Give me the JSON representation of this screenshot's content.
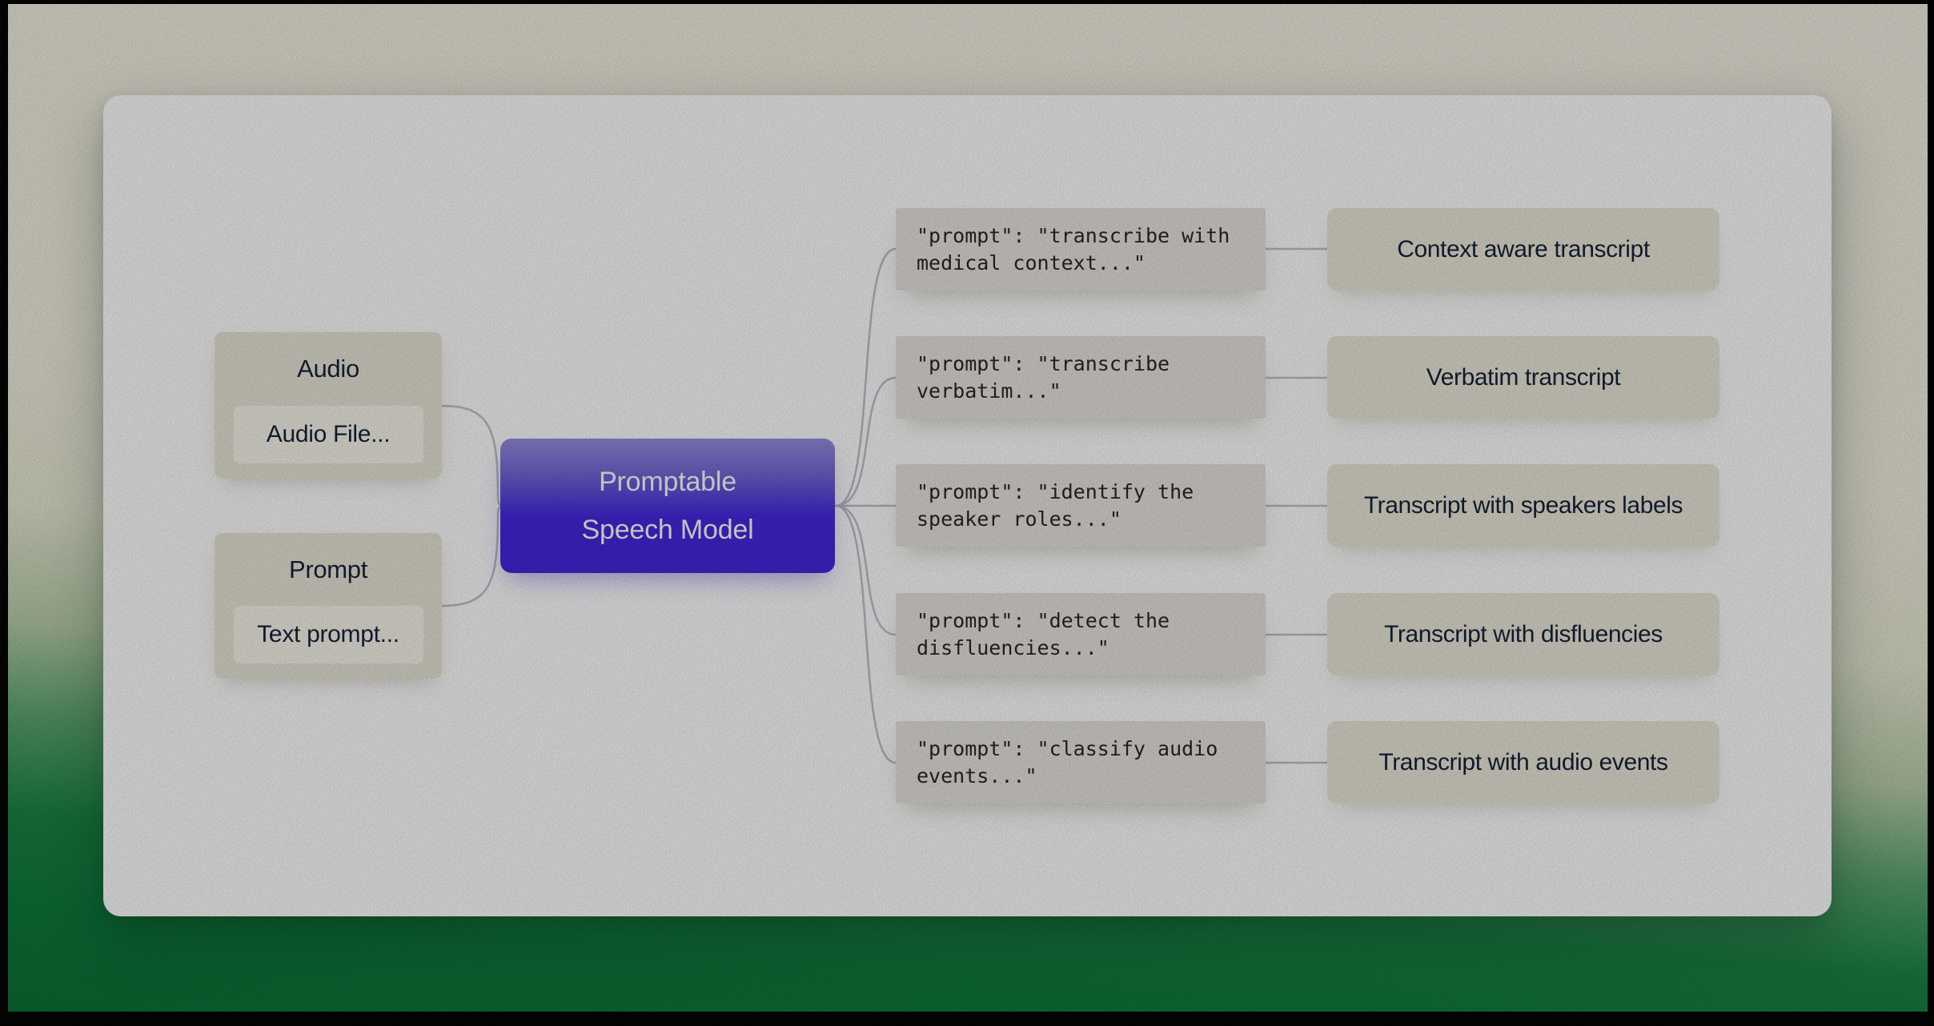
{
  "poster": {
    "background_top_color": "#f2efe2",
    "background_bottom_color": "#0b7136",
    "frame_color": "#050505",
    "card_color": "#ffffff"
  },
  "colors": {
    "accent_purple_top": "#968fe0",
    "accent_purple_bottom": "#4227dc",
    "node_beige": "#e9e6d8",
    "node_chip": "#f7f5ea",
    "code_box": "#e7e4dd",
    "output_box": "#ebe8da",
    "connector": "#c1bfcd",
    "text_dark": "#16233a",
    "code_text": "#2b2722"
  },
  "inputs": [
    {
      "title": "Audio",
      "field": "Audio File..."
    },
    {
      "title": "Prompt",
      "field": "Text prompt..."
    }
  ],
  "model": {
    "line1": "Promptable",
    "line2": "Speech Model"
  },
  "rows": [
    {
      "prompt_line1": "\"prompt\": \"transcribe with",
      "prompt_line2": "medical context...\"",
      "output": "Context aware transcript"
    },
    {
      "prompt_line1": "\"prompt\": \"transcribe",
      "prompt_line2": "verbatim...\"",
      "output": "Verbatim transcript"
    },
    {
      "prompt_line1": "\"prompt\": \"identify the",
      "prompt_line2": "speaker roles...\"",
      "output": "Transcript with speakers labels"
    },
    {
      "prompt_line1": "\"prompt\": \"detect the",
      "prompt_line2": "disfluencies...\"",
      "output": "Transcript with disfluencies"
    },
    {
      "prompt_line1": "\"prompt\": \"classify audio",
      "prompt_line2": "events...\"",
      "output": "Transcript with audio events"
    }
  ]
}
